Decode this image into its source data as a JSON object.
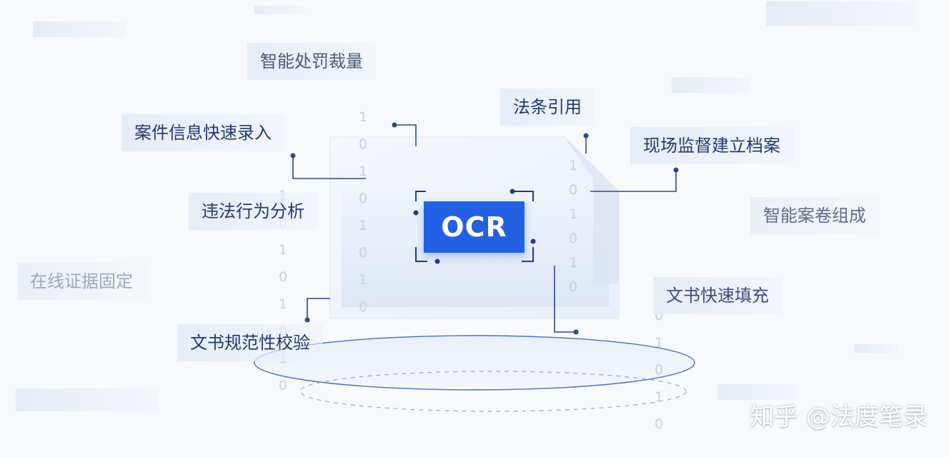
{
  "center": {
    "label": "OCR"
  },
  "labels": {
    "penalty": "智能处罚裁量",
    "case_entry": "案件信息快速录入",
    "law_reference": "法条引用",
    "site_supervision": "现场监督建立档案",
    "violation_analysis": "违法行为分析",
    "case_file": "智能案卷组成",
    "evidence": "在线证据固定",
    "doc_fill": "文书快速填充",
    "doc_check": "文书规范性校验"
  },
  "digit_columns": [
    [
      "1",
      "0",
      "1",
      "0",
      "1",
      "0",
      "1",
      "0"
    ],
    [
      "1",
      "0",
      "1",
      "0",
      "1",
      "0",
      "1",
      "0"
    ],
    [
      "1",
      "0",
      "1",
      "0",
      "1",
      "0"
    ],
    [
      "1",
      "0",
      "1",
      "0",
      "1",
      "0",
      "1",
      "0"
    ]
  ],
  "watermark": "知乎 @法度笔录",
  "colors": {
    "accent": "#2360e3",
    "label_text": "#223a6e",
    "faded_text": "#9aa8c1",
    "line": "#2a4a8a"
  }
}
